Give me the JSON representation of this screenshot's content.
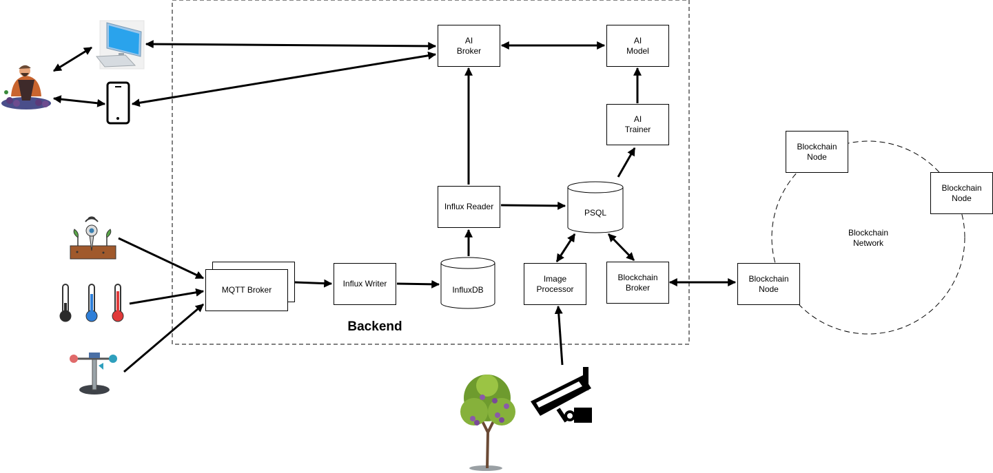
{
  "backend": {
    "title": "Backend"
  },
  "nodes": {
    "ai_broker": "AI\nBroker",
    "ai_model": "AI\nModel",
    "ai_trainer": "AI\nTrainer",
    "influx_reader": "Influx Reader",
    "psql": "PSQL",
    "mqtt_broker": "MQTT Broker",
    "influx_writer": "Influx Writer",
    "influxdb": "InfluxDB",
    "image_processor": "Image\nProcessor",
    "blockchain_broker": "Blockchain\nBroker",
    "blockchain_node_edge": "Blockchain\nNode",
    "blockchain_node_top": "Blockchain\nNode",
    "blockchain_node_right": "Blockchain\nNode"
  },
  "network": {
    "label": "Blockchain\nNetwork"
  },
  "icons": [
    "farmer-icon",
    "desktop-computer-icon",
    "smartphone-icon",
    "soil-sensor-icon",
    "thermometers-icon",
    "anemometer-icon",
    "grape-vine-icon",
    "security-camera-icon"
  ]
}
